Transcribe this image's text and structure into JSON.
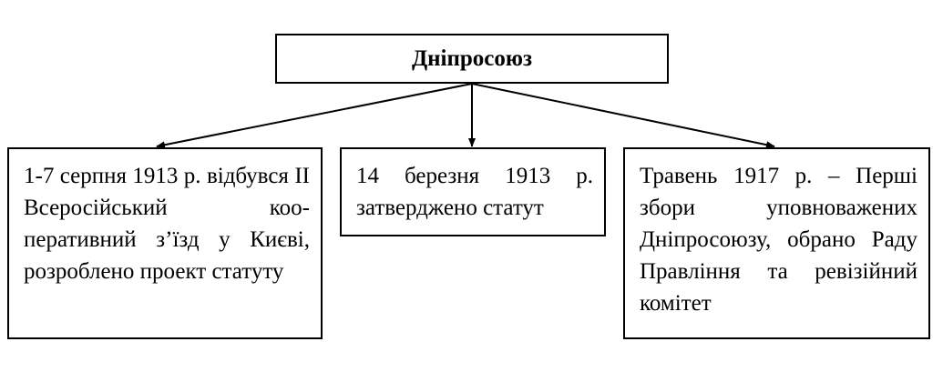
{
  "root": {
    "title": "Дніпросоюз"
  },
  "children": [
    {
      "text": "1-7 серпня 1913 р. відбув­ся ІІ Всеросійський коо­перативний з’їзд у Києві, розроблено проект стату­ту"
    },
    {
      "text": "14 березня 1913 р. затверджено статут"
    },
    {
      "text": "Травень 1917 р. – Перші збори уповноважених Дніпросоюзу, обрано Раду Правління та ревізійний комітет"
    }
  ]
}
